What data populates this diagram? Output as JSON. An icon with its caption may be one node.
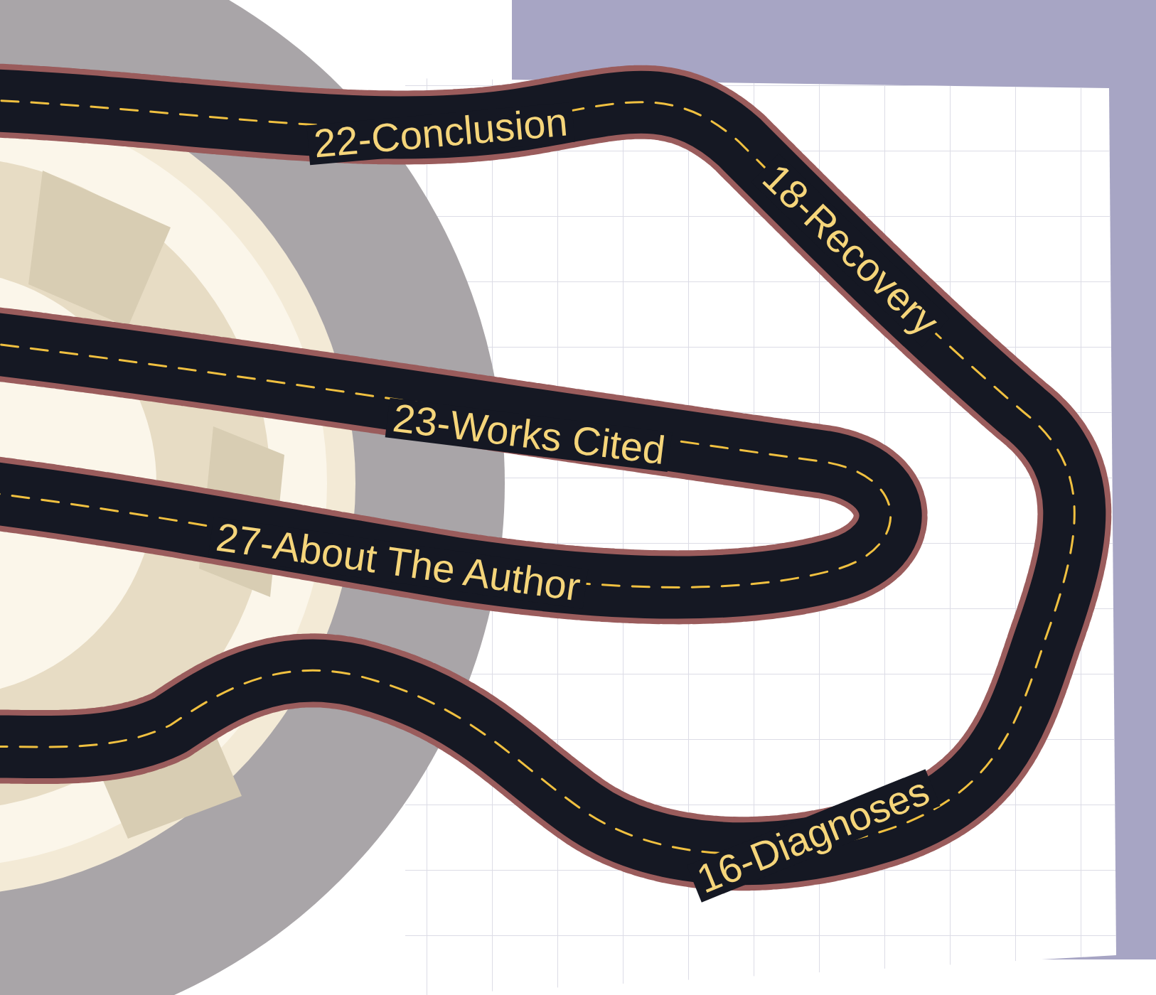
{
  "diagram": {
    "labels": [
      "22-Conclusion",
      "18-Recovery",
      "23-Works Cited",
      "27-About The Author",
      "16-Diagnoses"
    ]
  }
}
